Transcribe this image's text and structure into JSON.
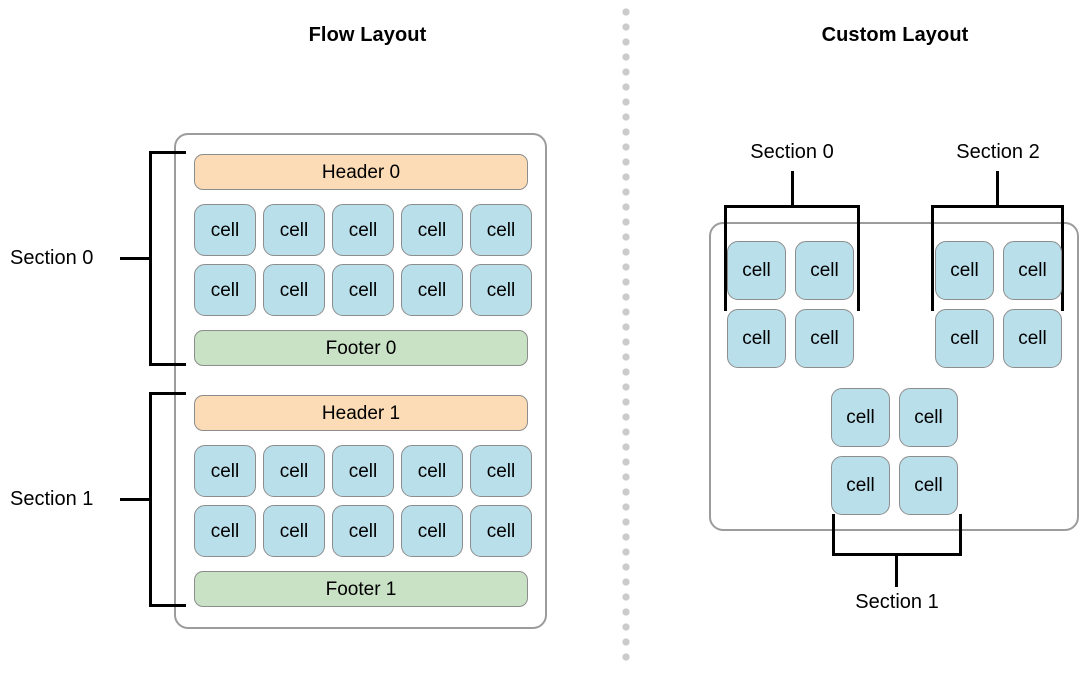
{
  "titles": {
    "flow": "Flow Layout",
    "custom": "Custom Layout"
  },
  "colors": {
    "header_fill": "#fbdcb6",
    "footer_fill": "#c9e2c5",
    "cell_fill": "#b9dfeb",
    "box_stroke": "#8d8d8d",
    "container_stroke": "#9c9c9c",
    "bracket_stroke": "#000000",
    "divider_dot": "#cbcbcb",
    "background": "#ffffff"
  },
  "flow_layout": {
    "section_labels": [
      "Section 0",
      "Section 1"
    ],
    "sections": [
      {
        "label": "Section 0",
        "header": "Header 0",
        "footer": "Footer 0",
        "rows": [
          [
            "cell",
            "cell",
            "cell",
            "cell",
            "cell"
          ],
          [
            "cell",
            "cell",
            "cell",
            "cell",
            "cell"
          ]
        ]
      },
      {
        "label": "Section 1",
        "header": "Header 1",
        "footer": "Footer 1",
        "rows": [
          [
            "cell",
            "cell",
            "cell",
            "cell",
            "cell"
          ],
          [
            "cell",
            "cell",
            "cell",
            "cell",
            "cell"
          ]
        ]
      }
    ]
  },
  "custom_layout": {
    "section_labels": [
      "Section 0",
      "Section 2",
      "Section 1"
    ],
    "groups": [
      {
        "label": "Section 0",
        "label_position": "top",
        "rows": [
          [
            "cell",
            "cell"
          ],
          [
            "cell",
            "cell"
          ]
        ]
      },
      {
        "label": "Section 2",
        "label_position": "top",
        "rows": [
          [
            "cell",
            "cell"
          ],
          [
            "cell",
            "cell"
          ]
        ]
      },
      {
        "label": "Section 1",
        "label_position": "bottom",
        "rows": [
          [
            "cell",
            "cell"
          ],
          [
            "cell",
            "cell"
          ]
        ]
      }
    ]
  }
}
